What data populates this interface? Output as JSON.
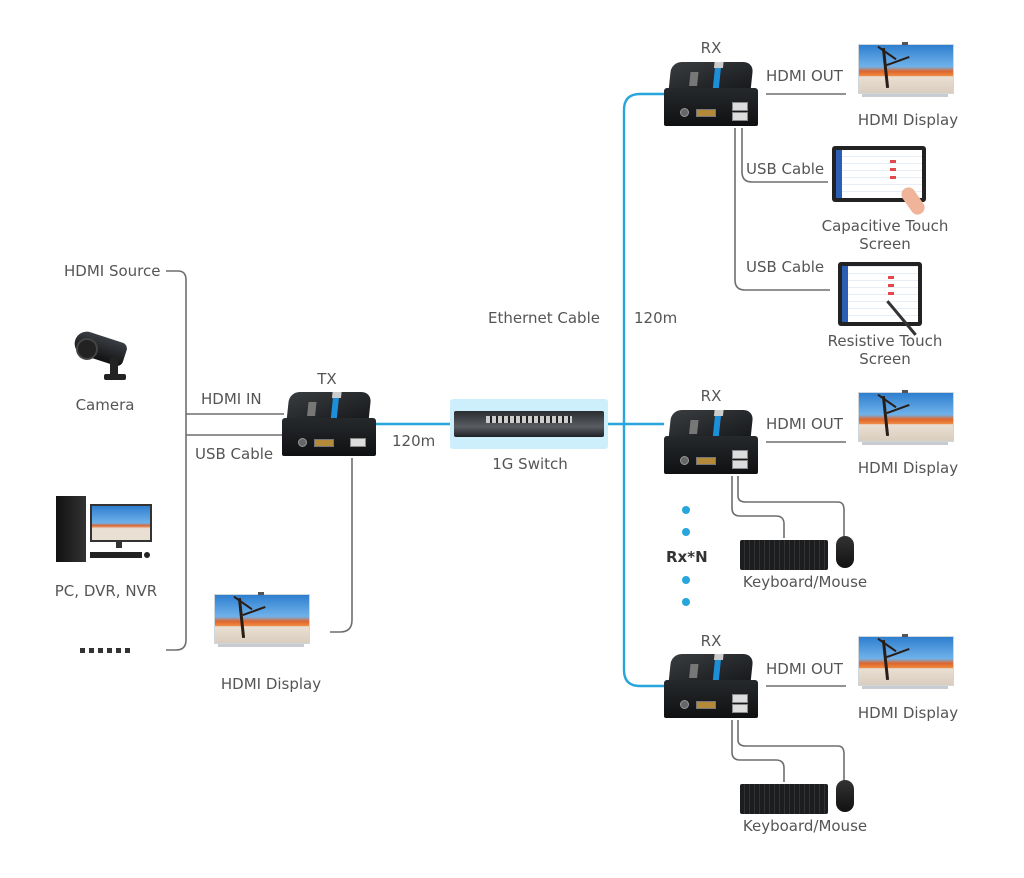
{
  "colors": {
    "ethernet": "#27a5dc",
    "wire": "#6e6e6e",
    "label": "#555555",
    "switch_bg": "#cdeefb"
  },
  "source": {
    "title": "HDMI Source",
    "devices": [
      {
        "label": "Camera",
        "icon": "camera-icon"
      },
      {
        "label": "PC, DVR, NVR",
        "icon": "pc-icon"
      },
      {
        "label": "......",
        "icon": "ellipsis-icon"
      }
    ]
  },
  "tx": {
    "label": "TX",
    "hdmi_in": "HDMI  IN",
    "usb_cable": "USB Cable",
    "local_display": "HDMI  Display",
    "distance": "120m"
  },
  "switch": {
    "label": "1G Switch"
  },
  "ethernet": {
    "label": "Ethernet Cable",
    "distance": "120m"
  },
  "receivers": [
    {
      "label": "RX",
      "hdmi_out": "HDMI  OUT",
      "display": "HDMI  Display",
      "usb_devices": [
        {
          "cable": "USB Cable",
          "label_line1": "Capacitive Touch",
          "label_line2": "Screen"
        },
        {
          "cable": "USB Cable",
          "label_line1": "Resistive Touch",
          "label_line2": "Screen"
        }
      ]
    },
    {
      "label": "RX",
      "hdmi_out": "HDMI  OUT",
      "display": "HDMI  Display",
      "peripheral": "Keyboard/Mouse"
    },
    {
      "label": "RX",
      "hdmi_out": "HDMI  OUT",
      "display": "HDMI  Display",
      "peripheral": "Keyboard/Mouse"
    }
  ],
  "rx_multiplier": "Rx*N"
}
